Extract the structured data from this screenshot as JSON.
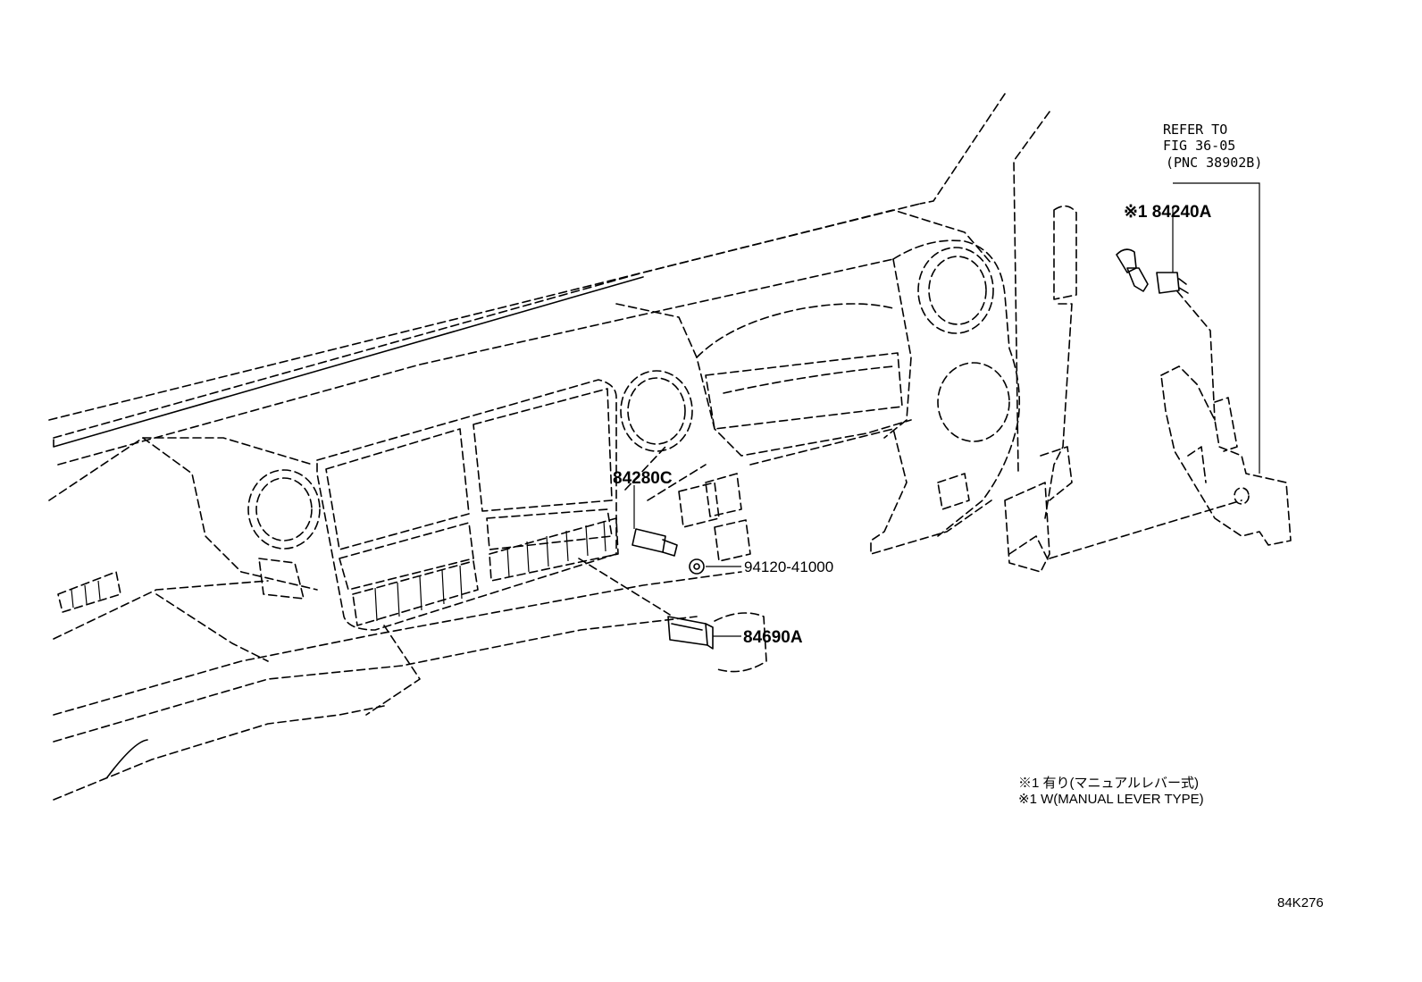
{
  "diagram": {
    "refer_line1": "REFER TO",
    "refer_line2": "FIG 36-05",
    "refer_line3": "(PNC 38902B)",
    "part_84240a": "※1 84240A",
    "part_84280c": "84280C",
    "part_94120": "94120-41000",
    "part_84690a": "84690A",
    "note_jp": "※1 有り(マニュアルレバー式)",
    "note_en": "※1 W(MANUAL LEVER TYPE)",
    "figure_id": "84K276"
  }
}
